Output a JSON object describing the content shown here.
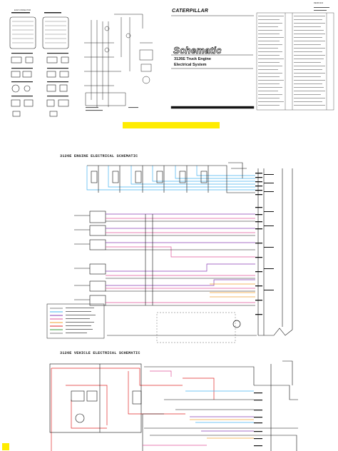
{
  "header": {
    "brand": "CATERPILLAR",
    "title": "Schematic",
    "subtitle_line1": "3126E Truck Engine",
    "subtitle_line2": "Electrical System",
    "left_panel_heading": "ECM CONNECTOR",
    "doc_number": "RENR1234"
  },
  "sections": {
    "engine_section_title": "3126E ENGINE ELECTRICAL SCHEMATIC",
    "vehicle_section_title": "3126E VEHICLE ELECTRICAL SCHEMATIC"
  },
  "colors": {
    "highlight": "#ffec00",
    "wire_blue": "#46b4f0",
    "wire_purple": "#8a3fb5",
    "wire_pink": "#e0559a",
    "wire_orange": "#f0a030",
    "wire_red": "#e02828",
    "wire_black": "#111111"
  },
  "icons": [
    "connector-icon",
    "sensor-icon",
    "injector-icon",
    "ground-icon"
  ]
}
